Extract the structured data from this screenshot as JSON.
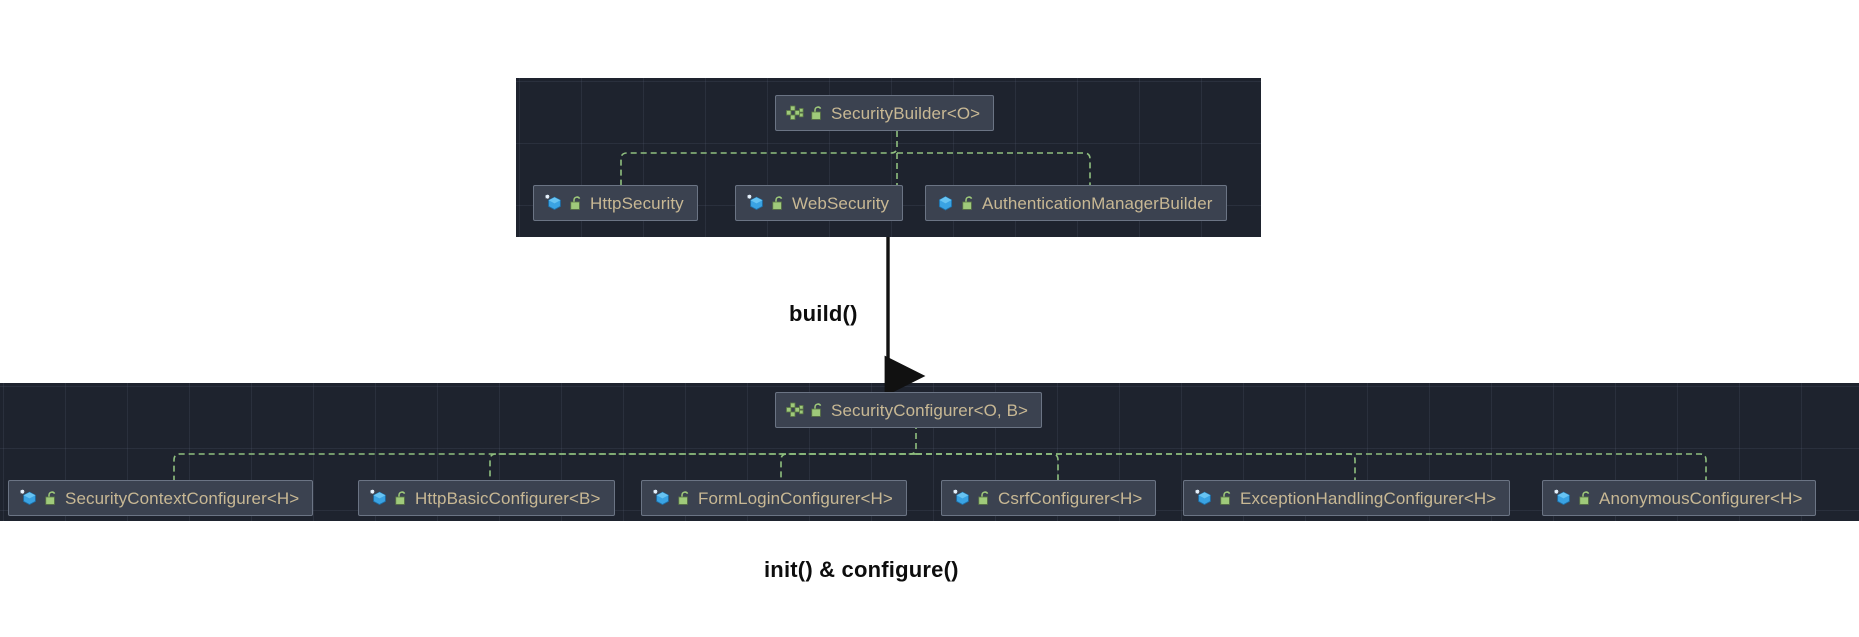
{
  "diagram": {
    "title": "Spring Security builder / configurer hierarchy",
    "colors": {
      "panel_background": "#1e232e",
      "node_background": "#3b4250",
      "node_border": "#6b7484",
      "node_text": "#c8b894",
      "inheritance_line": "#8fbf7f",
      "flow_arrow": "#111111",
      "page_background": "#ffffff"
    }
  },
  "top_panel": {
    "parent": {
      "label": "SecurityBuilder<O>",
      "name": "SecurityBuilder",
      "generics": "<O>",
      "kind": "interface",
      "icon": "interface-icon",
      "visibility_icon": "unlock-icon"
    },
    "children": [
      {
        "label": "HttpSecurity",
        "kind": "class",
        "icon": "class-icon-highlighted",
        "visibility_icon": "unlock-icon"
      },
      {
        "label": "WebSecurity",
        "kind": "class",
        "icon": "class-icon-highlighted",
        "visibility_icon": "unlock-icon"
      },
      {
        "label": "AuthenticationManagerBuilder",
        "kind": "class",
        "icon": "class-icon",
        "visibility_icon": "unlock-icon"
      }
    ]
  },
  "flow": {
    "build_label": "build()",
    "init_configure_label": "init() & configure()"
  },
  "bottom_panel": {
    "parent": {
      "label": "SecurityConfigurer<O, B>",
      "name": "SecurityConfigurer",
      "generics": "<O, B>",
      "kind": "interface",
      "icon": "interface-icon",
      "visibility_icon": "unlock-icon"
    },
    "children": [
      {
        "label": "SecurityContextConfigurer<H>",
        "kind": "class",
        "icon": "class-icon-highlighted",
        "visibility_icon": "unlock-icon"
      },
      {
        "label": "HttpBasicConfigurer<B>",
        "kind": "class",
        "icon": "class-icon-highlighted",
        "visibility_icon": "unlock-icon"
      },
      {
        "label": "FormLoginConfigurer<H>",
        "kind": "class",
        "icon": "class-icon-highlighted",
        "visibility_icon": "unlock-icon"
      },
      {
        "label": "CsrfConfigurer<H>",
        "kind": "class",
        "icon": "class-icon-highlighted",
        "visibility_icon": "unlock-icon"
      },
      {
        "label": "ExceptionHandlingConfigurer<H>",
        "kind": "class",
        "icon": "class-icon-highlighted",
        "visibility_icon": "unlock-icon"
      },
      {
        "label": "AnonymousConfigurer<H>",
        "kind": "class",
        "icon": "class-icon-highlighted",
        "visibility_icon": "unlock-icon"
      }
    ]
  }
}
